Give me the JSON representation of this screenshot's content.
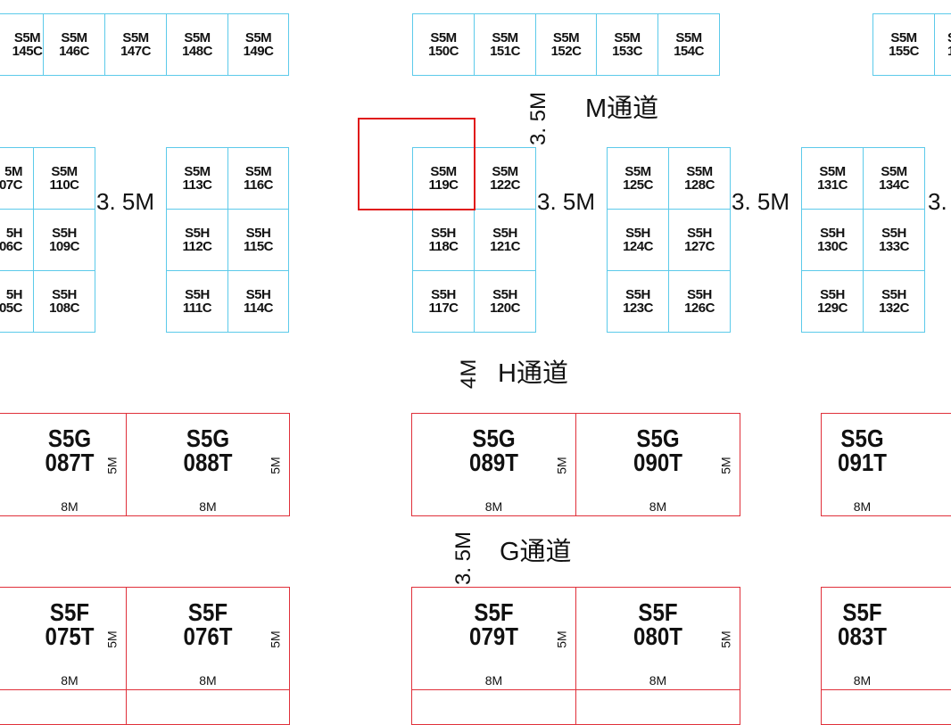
{
  "colors": {
    "small_booth_border": "#5ccaea",
    "large_booth_border": "#e0303a",
    "selection": "#e01818"
  },
  "small_booths": [
    {
      "id": "s145",
      "l1": "S5M",
      "l2": "145C"
    },
    {
      "id": "s146",
      "l1": "S5M",
      "l2": "146C"
    },
    {
      "id": "s147",
      "l1": "S5M",
      "l2": "147C"
    },
    {
      "id": "s148",
      "l1": "S5M",
      "l2": "148C"
    },
    {
      "id": "s149",
      "l1": "S5M",
      "l2": "149C"
    },
    {
      "id": "s150",
      "l1": "S5M",
      "l2": "150C"
    },
    {
      "id": "s151",
      "l1": "S5M",
      "l2": "151C"
    },
    {
      "id": "s152",
      "l1": "S5M",
      "l2": "152C"
    },
    {
      "id": "s153",
      "l1": "S5M",
      "l2": "153C"
    },
    {
      "id": "s154",
      "l1": "S5M",
      "l2": "154C"
    },
    {
      "id": "s155",
      "l1": "S5M",
      "l2": "155C"
    },
    {
      "id": "s156",
      "l1": "S",
      "l2": "1"
    },
    {
      "id": "s107",
      "l1": "5M",
      "l2": "07C"
    },
    {
      "id": "s110",
      "l1": "S5M",
      "l2": "110C"
    },
    {
      "id": "s106",
      "l1": "5H",
      "l2": "06C"
    },
    {
      "id": "s109",
      "l1": "S5H",
      "l2": "109C"
    },
    {
      "id": "s105",
      "l1": "5H",
      "l2": "05C"
    },
    {
      "id": "s108",
      "l1": "S5H",
      "l2": "108C"
    },
    {
      "id": "s113",
      "l1": "S5M",
      "l2": "113C"
    },
    {
      "id": "s116",
      "l1": "S5M",
      "l2": "116C"
    },
    {
      "id": "s112",
      "l1": "S5H",
      "l2": "112C"
    },
    {
      "id": "s115",
      "l1": "S5H",
      "l2": "115C"
    },
    {
      "id": "s111",
      "l1": "S5H",
      "l2": "111C"
    },
    {
      "id": "s114",
      "l1": "S5H",
      "l2": "114C"
    },
    {
      "id": "s119",
      "l1": "S5M",
      "l2": "119C"
    },
    {
      "id": "s122",
      "l1": "S5M",
      "l2": "122C"
    },
    {
      "id": "s118",
      "l1": "S5H",
      "l2": "118C"
    },
    {
      "id": "s121",
      "l1": "S5H",
      "l2": "121C"
    },
    {
      "id": "s117",
      "l1": "S5H",
      "l2": "117C"
    },
    {
      "id": "s120",
      "l1": "S5H",
      "l2": "120C"
    },
    {
      "id": "s125",
      "l1": "S5M",
      "l2": "125C"
    },
    {
      "id": "s128",
      "l1": "S5M",
      "l2": "128C"
    },
    {
      "id": "s124",
      "l1": "S5H",
      "l2": "124C"
    },
    {
      "id": "s127",
      "l1": "S5H",
      "l2": "127C"
    },
    {
      "id": "s123",
      "l1": "S5H",
      "l2": "123C"
    },
    {
      "id": "s126",
      "l1": "S5H",
      "l2": "126C"
    },
    {
      "id": "s131",
      "l1": "S5M",
      "l2": "131C"
    },
    {
      "id": "s134",
      "l1": "S5M",
      "l2": "134C"
    },
    {
      "id": "s130",
      "l1": "S5H",
      "l2": "130C"
    },
    {
      "id": "s133",
      "l1": "S5H",
      "l2": "133C"
    },
    {
      "id": "s129",
      "l1": "S5H",
      "l2": "129C"
    },
    {
      "id": "s132",
      "l1": "S5H",
      "l2": "132C"
    }
  ],
  "large_booths": [
    {
      "id": "g087",
      "code1": "S5G",
      "code2": "087T",
      "w": "8M",
      "h": "5M"
    },
    {
      "id": "g088",
      "code1": "S5G",
      "code2": "088T",
      "w": "8M",
      "h": "5M"
    },
    {
      "id": "g089",
      "code1": "S5G",
      "code2": "089T",
      "w": "8M",
      "h": "5M"
    },
    {
      "id": "g090",
      "code1": "S5G",
      "code2": "090T",
      "w": "8M",
      "h": "5M"
    },
    {
      "id": "g091",
      "code1": "S5G",
      "code2": "091T",
      "w": "8M",
      "h": ""
    },
    {
      "id": "f075",
      "code1": "S5F",
      "code2": "075T",
      "w": "8M",
      "h": "5M"
    },
    {
      "id": "f076",
      "code1": "S5F",
      "code2": "076T",
      "w": "8M",
      "h": "5M"
    },
    {
      "id": "f079",
      "code1": "S5F",
      "code2": "079T",
      "w": "8M",
      "h": "5M"
    },
    {
      "id": "f080",
      "code1": "S5F",
      "code2": "080T",
      "w": "8M",
      "h": "5M"
    },
    {
      "id": "f083",
      "code1": "S5F",
      "code2": "083T",
      "w": "8M",
      "h": ""
    }
  ],
  "dimensions": {
    "gap1": "3. 5M",
    "gap2": "3. 5M",
    "gap3": "3. 5M",
    "gap4": "3.",
    "m_aisle_width": "3. 5M",
    "h_aisle_width": "4M",
    "g_aisle_width": "3. 5M"
  },
  "aisles": {
    "m": "M通道",
    "h": "H通道",
    "g": "G通道"
  }
}
